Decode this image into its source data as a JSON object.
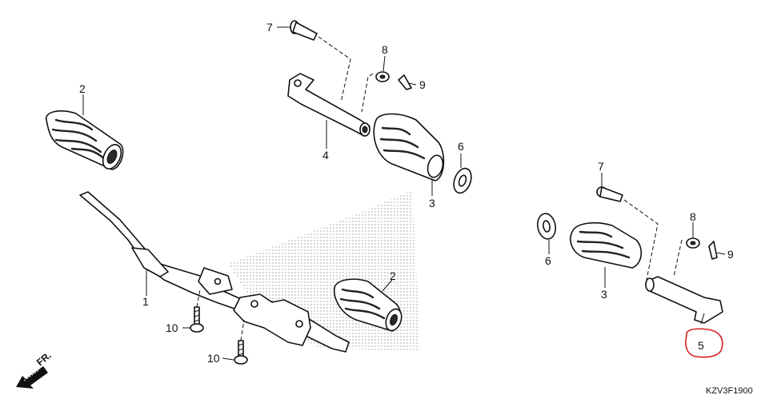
{
  "callouts": {
    "c1": "1",
    "c2a": "2",
    "c2b": "2",
    "c3a": "3",
    "c3b": "3",
    "c4": "4",
    "c5": "5",
    "c6a": "6",
    "c6b": "6",
    "c7a": "7",
    "c7b": "7",
    "c8a": "8",
    "c8b": "8",
    "c9a": "9",
    "c9b": "9",
    "c10a": "10",
    "c10b": "10"
  },
  "front_label": "FR.",
  "diagram_code": "KZV3F1900",
  "colors": {
    "ink": "#111111",
    "highlight": "#d42020",
    "shade": "#9a9a9a"
  }
}
